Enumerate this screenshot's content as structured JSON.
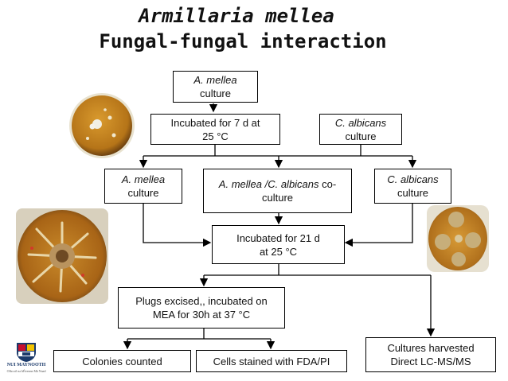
{
  "title": {
    "line1": "Armillaria mellea",
    "line2": "Fungal-fungal interaction"
  },
  "boxes": {
    "am_culture_top": {
      "line1": "A. mellea",
      "line2": "culture"
    },
    "incubated_7d": {
      "line1": "Incubated for 7 d  at",
      "line2": "25 °C"
    },
    "ca_culture_top": {
      "line1": "C. albicans",
      "line2": "culture"
    },
    "am_culture": {
      "line1": "A. mellea",
      "line2": "culture"
    },
    "coculture": {
      "italic": "A. mellea /C. albicans",
      "rest": " co-culture"
    },
    "ca_culture": {
      "line1": "C. albicans",
      "line2": "culture"
    },
    "incubated_21d": {
      "line1": "Incubated for  21 d",
      "line2": "at 25 °C"
    },
    "plugs": {
      "line1": "Plugs excised,, incubated on",
      "line2": "MEA for 30h at 37 °C"
    },
    "colonies": {
      "text": "Colonies counted"
    },
    "stained": {
      "text": "Cells stained with FDA/PI"
    },
    "harvested": {
      "line1": "Cultures harvested",
      "line2": "Direct LC-MS/MS"
    }
  },
  "logo": {
    "name": "NUI MAYNOOTH",
    "sub": "Ollscoil na hÉireann Má Nuad"
  },
  "colors": {
    "agar": "#c98a1e",
    "agar_dark": "#9a5d10",
    "line": "#000000"
  }
}
